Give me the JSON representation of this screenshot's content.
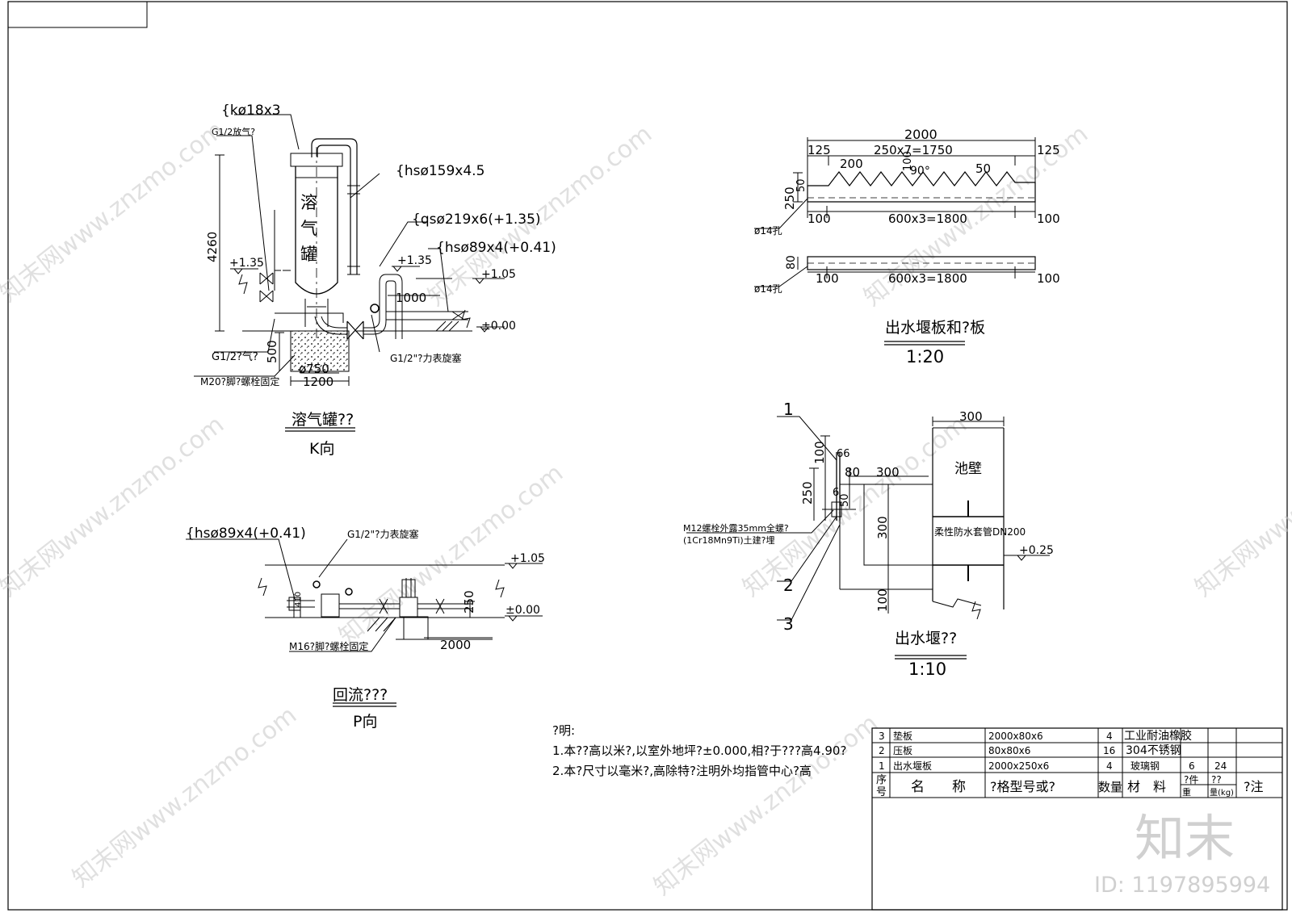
{
  "watermark": {
    "text": "知末网www.znzmo.com",
    "brand": "知末",
    "id_label": "ID: 1197895994"
  },
  "tank_view": {
    "label_k": "{kø18x3",
    "label_vent": "G1/2放气?",
    "label_hs159": "{hsø159x4.5",
    "label_qs": "{qsø219x6(+1.35)",
    "label_hs89": "{hsø89x4(+0.41)",
    "tank_name": [
      "溶",
      "气",
      "罐"
    ],
    "dim_height": "4260",
    "elev_135_left": "+1.35",
    "elev_135_right": "+1.35",
    "elev_105": "+1.05",
    "dim_1000": "1000",
    "elev_000": "±0.00",
    "dim_500": "500",
    "label_g12_drain": "G1/2?气?",
    "label_g12_gauge": "G1/2\"?力表旋塞",
    "dim_750": "ø750",
    "dim_1200": "1200",
    "label_m20": "M20?脚?螺栓固定",
    "title": "溶气罐??",
    "subtitle": "K向"
  },
  "return_view": {
    "label_hs89": "{hsø89x4(+0.41)",
    "label_g12": "G1/2\"?力表旋塞",
    "elev_105": "+1.05",
    "elev_000": "±0.00",
    "dim_250": "250",
    "dim_410": "410",
    "dim_2000": "2000",
    "label_m16": "M16?脚?螺栓固定",
    "title": "回流???",
    "subtitle": "P向"
  },
  "weir_plate": {
    "dim_2000": "2000",
    "dim_125_l": "125",
    "dim_1750": "250x7=1750",
    "dim_125_r": "125",
    "dim_200": "200",
    "dim_100_v": "100",
    "dim_90": "90°",
    "dim_50": "50",
    "dim_250": "250",
    "dim_50_v": "50",
    "hole1": "ø14孔",
    "dim_100_a": "100",
    "dim_1800_a": "600x3=1800",
    "dim_100_b": "100",
    "dim_80": "80",
    "hole2": "ø14孔",
    "dim_100_c": "100",
    "dim_1800_b": "600x3=1800",
    "dim_100_d": "100",
    "title": "出水堰板和?板",
    "scale": "1:20"
  },
  "weir_detail": {
    "callout_1": "1",
    "callout_2": "2",
    "callout_3": "3",
    "dim_100_top": "100",
    "dim_66": "66",
    "dim_250": "250",
    "dim_80": "80",
    "dim_300_mid": "300",
    "dim_6": "6",
    "dim_50": "50",
    "dim_300_top": "300",
    "wall_label": "池壁",
    "sleeve_label": "柔性防水套管DN200",
    "dim_300_v": "300",
    "elev_025": "+0.25",
    "dim_100_bottom": "100",
    "bolt_label": "M12螺栓外露35mm全螺?",
    "bolt_material": "(1Cr18Mn9Ti)土建?埋",
    "title": "出水堰??",
    "scale": "1:10"
  },
  "notes": {
    "heading": "?明:",
    "line1": "1.本??高以米?,以室外地坪?±0.000,相?于???高4.90?",
    "line2": "2.本?尺寸以毫米?,高除特?注明外均指管中心?高"
  },
  "bom": {
    "rows": [
      {
        "no": "3",
        "name": "垫板",
        "spec": "2000x80x6",
        "qty": "4",
        "material": "工业耐油橡胶",
        "unit_wt": "",
        "total_wt": "",
        "remark": ""
      },
      {
        "no": "2",
        "name": "压板",
        "spec": "80x80x6",
        "qty": "16",
        "material": "304不锈钢",
        "unit_wt": "",
        "total_wt": "",
        "remark": ""
      },
      {
        "no": "1",
        "name": "出水堰板",
        "spec": "2000x250x6",
        "qty": "4",
        "material": "玻璃钢",
        "unit_wt": "6",
        "total_wt": "24",
        "remark": ""
      }
    ],
    "header": {
      "no_top": "序",
      "no_bottom": "号",
      "name": "名　　称",
      "spec": "?格型号或?",
      "qty": "数量",
      "material": "材　料",
      "unit_wt_top": "?件",
      "unit_wt_bottom": "重",
      "total_wt_top": "??",
      "total_wt_bottom": "量(kg)",
      "remark": "?注"
    }
  }
}
